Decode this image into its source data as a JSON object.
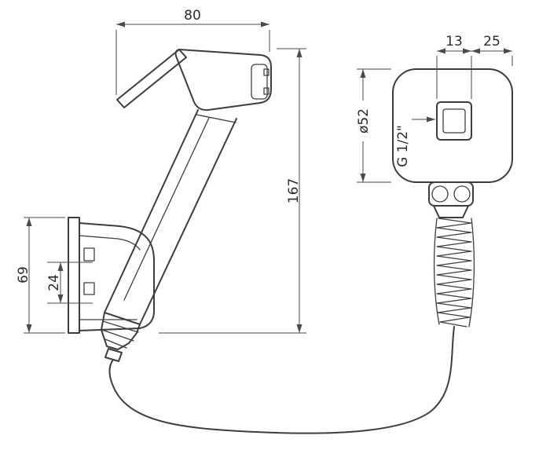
{
  "drawing": {
    "type": "technical-dimension-drawing",
    "subject": "handheld bidet sprayer with wall bracket, wall supply elbow and flexible hose",
    "background": "#ffffff",
    "line_color": "#3d3d3d",
    "dimension_line_color": "#4a4a4a",
    "text_color": "#2b2b2b",
    "dimensions": {
      "sprayer_width": "80",
      "stub_width": "13",
      "stub_to_edge": "25",
      "overall_height": "167",
      "bracket_height": "69",
      "bracket_hole_spacing": "24",
      "flange_diameter": "ø52",
      "thread_size": "G 1/2\""
    }
  }
}
